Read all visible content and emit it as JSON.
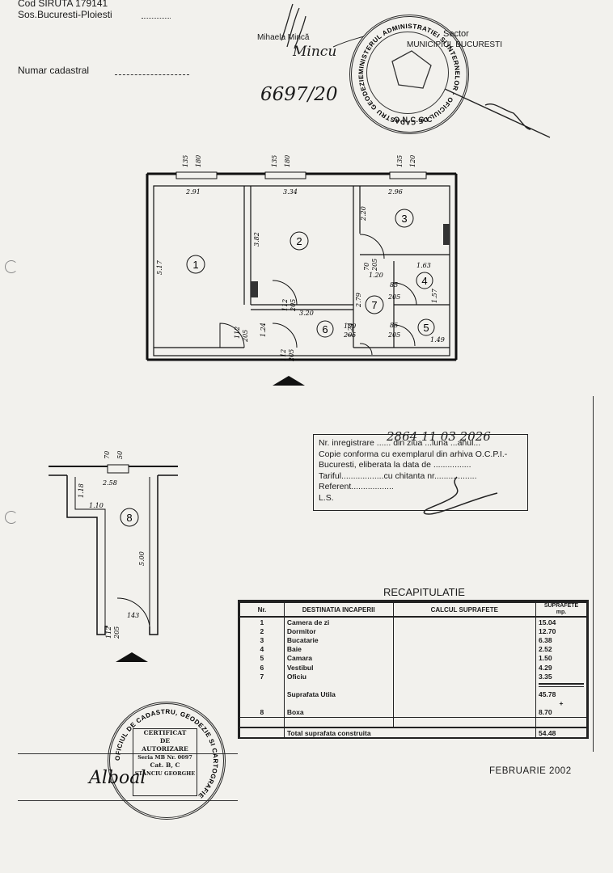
{
  "header": {
    "siruta": "Cod SIRUTA 179141",
    "address": "Sos.Bucuresti-Ploiesti",
    "cadastral_label": "Numar cadastral",
    "handwritten_number": "6697/20",
    "signature_name": "Mihaela Mincă",
    "signature_scrawl": "Mincu"
  },
  "top_stamp": {
    "ring_text": "MINISTERUL ADMINISTRATIEI SI INTERNELOR · OFICIUL DE CADASTRU GEODEZIE SI CARTOGRAFIE",
    "line1": "Sector",
    "line2": "MUNICIPIUL BUCURESTI",
    "bottom": "O.N.C.G.C"
  },
  "plan": {
    "rooms": [
      "1",
      "2",
      "3",
      "4",
      "5",
      "6",
      "7",
      "8"
    ],
    "dims": {
      "r1_w": "2.91",
      "r2_w": "3.34",
      "r3_w": "2.96",
      "r1_h": "5.17",
      "r2_h": "3.82",
      "r3_h": "2.20",
      "w1a": "135",
      "w1b": "180",
      "w2a": "135",
      "w2b": "180",
      "w3a": "135",
      "w3b": "120",
      "d1": "112",
      "d1b": "205",
      "d2": "112",
      "d2b": "205",
      "d3": "112",
      "d3b": "205",
      "d4": "70",
      "d4b": "205",
      "d5": "85",
      "d5b": "205",
      "d6": "85",
      "d6b": "205",
      "d7": "100",
      "d7b": "205",
      "v1": "3.20",
      "v2": "1.63",
      "v3": "1.20",
      "v4": "1.57",
      "v5": "1.24",
      "v6": "2.79",
      "v7": "1.24",
      "v8": "1.49",
      "box_w": "2.58",
      "box_h": "5.00",
      "box_l": "1.10",
      "box_s": "1.18",
      "box_top_a": "70",
      "box_top_b": "50",
      "box_door": "143",
      "box_door_a": "112",
      "box_door_b": "205"
    }
  },
  "copy_stamp": {
    "l1": "Nr. inregistrare ...... din ziua ...luna ...anul...",
    "l1_hand": "2864 11 03 2026",
    "l2": "Copie conforma cu exemplarul din arhiva O.C.P.I.-",
    "l3": "Bucuresti, eliberata la data de ................",
    "l4": "Tariful..................cu chitanta nr..................",
    "l5": "Referent..................",
    "l6": "L.S."
  },
  "recap": {
    "title": "RECAPITULATIE",
    "headers": {
      "nr": "Nr.",
      "dest": "DESTINATIA INCAPERII",
      "calc": "CALCUL SUPRAFETE",
      "sup": "SUPRAFETE mp."
    },
    "rows": [
      {
        "nr": "1",
        "dest": "Camera de zi",
        "val": "15.04"
      },
      {
        "nr": "2",
        "dest": "Dormitor",
        "val": "12.70"
      },
      {
        "nr": "3",
        "dest": "Bucatarie",
        "val": "6.38"
      },
      {
        "nr": "4",
        "dest": "Baie",
        "val": "2.52"
      },
      {
        "nr": "5",
        "dest": "Camara",
        "val": "1.50"
      },
      {
        "nr": "6",
        "dest": "Vestibul",
        "val": "4.29"
      },
      {
        "nr": "7",
        "dest": "Oficiu",
        "val": "3.35"
      }
    ],
    "util_label": "Suprafata Utila",
    "util_val": "45.78",
    "plus": "+",
    "box_nr": "8",
    "box_label": "Boxa",
    "box_val": "8.70",
    "total_label": "Total suprafata construita",
    "total_val": "54.48"
  },
  "date": "FEBRUARIE 2002",
  "bottom_stamp": {
    "ring_text": "OFICIUL DE CADASTRU, GEODEZIE SI CARTOGRAFIE",
    "l1": "CERTIFICAT",
    "l2": "DE",
    "l3": "AUTORIZARE",
    "l4": "Seria MB Nr. 0097",
    "l5": "Cat. B, C",
    "l6": "STANCIU GEORGHE",
    "signature": "Alboal"
  }
}
